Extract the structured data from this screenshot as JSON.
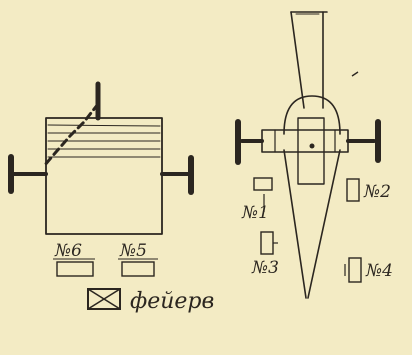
{
  "colors": {
    "paper": "#f3ebc4",
    "ink": "#2b2620",
    "wheel": "#2a2520"
  },
  "labels": {
    "n1": "№1",
    "n2": "№2",
    "n3": "№3",
    "n4": "№4",
    "n5": "№5",
    "n6": "№6",
    "legend": "фейерв"
  },
  "icons": {
    "legend_marker": "crossed-box-icon",
    "left_machine": "box-carriage-icon",
    "right_machine": "cross-carriage-icon"
  }
}
